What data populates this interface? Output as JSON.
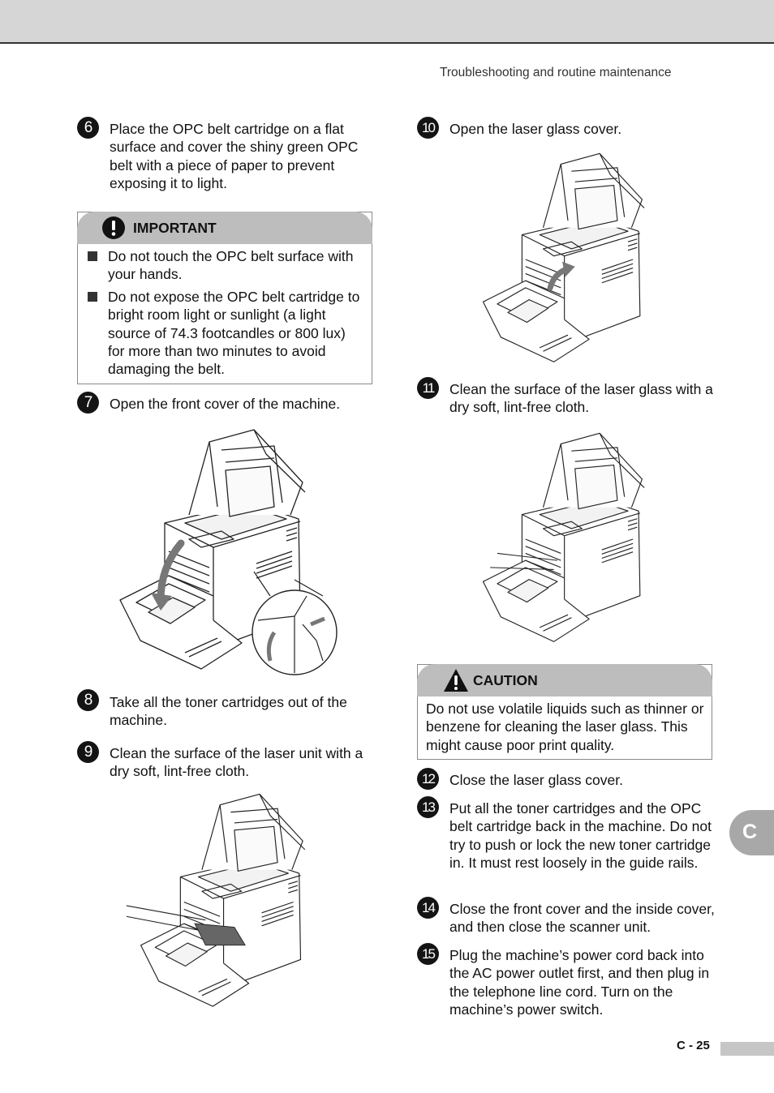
{
  "header": {
    "section_title": "Troubleshooting and routine maintenance"
  },
  "steps": {
    "s6": {
      "num": "6",
      "text": "Place the OPC belt cartridge on a flat surface and cover the shiny green OPC belt with a piece of paper to prevent exposing it to light."
    },
    "s7": {
      "num": "7",
      "text": "Open the front cover of the machine."
    },
    "s8": {
      "num": "8",
      "text": "Take all the toner cartridges out of the machine."
    },
    "s9": {
      "num": "9",
      "text": "Clean the surface of the laser unit with a dry soft, lint-free cloth."
    },
    "s10": {
      "num": "10",
      "text": "Open the laser glass cover."
    },
    "s11": {
      "num": "11",
      "text": "Clean the surface of the laser glass with a dry soft, lint-free cloth."
    },
    "s12": {
      "num": "12",
      "text": "Close the laser glass cover."
    },
    "s13": {
      "num": "13",
      "text": "Put all the toner cartridges and the OPC belt cartridge back in the machine. Do not try to push or lock the new toner cartridge in. It must rest loosely in the guide rails."
    },
    "s14": {
      "num": "14",
      "text": "Close the front cover and the inside cover, and then close the scanner unit."
    },
    "s15": {
      "num": "15",
      "text": "Plug the machine’s power cord back into the AC power outlet first, and then plug in the telephone line cord. Turn on the machine’s power switch."
    }
  },
  "important": {
    "title": "IMPORTANT",
    "icon": "exclamation-icon",
    "items": [
      "Do not touch the OPC belt surface with your hands.",
      "Do not expose the OPC belt cartridge to bright room light or sunlight (a light source of 74.3 footcandles or 800 lux) for more than two minutes to avoid damaging the belt."
    ]
  },
  "caution": {
    "title": "CAUTION",
    "icon": "warning-triangle-icon",
    "text": "Do not use volatile liquids such as thinner or benzene for cleaning the laser glass. This might cause poor print quality."
  },
  "side_tab": {
    "label": "C"
  },
  "footer": {
    "page_number": "C - 25"
  },
  "colors": {
    "box_header": "#bdbdbd",
    "top_bar": "#d6d6d6",
    "tab": "#a8a8a8"
  }
}
